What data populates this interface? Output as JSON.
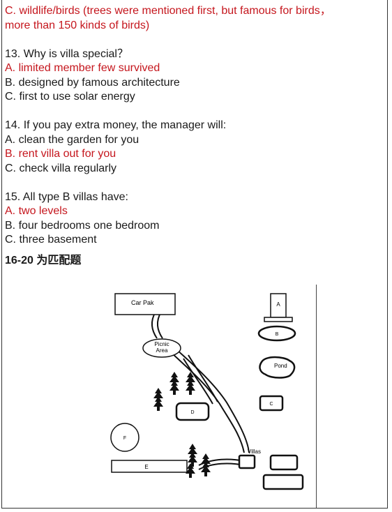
{
  "q12": {
    "answer_c_line1": "C. wildlife/birds (trees were mentioned first, but famous for birds，",
    "answer_c_line2": "more than 150 kinds of birds)"
  },
  "q13": {
    "question": "13.  Why is villa special？",
    "option_a": "A.  limited member few survived",
    "option_b": "B.  designed by famous architecture",
    "option_c": "C.  first to use solar energy"
  },
  "q14": {
    "question": "14.  If you pay extra money, the manager will:",
    "option_a": "A.  clean the garden for you",
    "option_b": "B.  rent villa out for you",
    "option_c": "C.  check villa regularly"
  },
  "q15": {
    "question": "15.  All type B villas have:",
    "option_a": "A. two levels",
    "option_b": "B. four bedrooms one bedroom",
    "option_c": "C. three basement"
  },
  "section": {
    "title": "16-20 为匹配题"
  },
  "map": {
    "car_park": "Car Pak",
    "picnic_line1": "Picnic",
    "picnic_line2": "Area",
    "pond": "Pond",
    "villas": "Villas",
    "label_a": "A",
    "label_b": "B",
    "label_c": "C",
    "label_d": "D",
    "label_e": "E",
    "label_f": "F"
  },
  "colors": {
    "answer_red": "#c5161d",
    "text": "#1a1a1a"
  }
}
